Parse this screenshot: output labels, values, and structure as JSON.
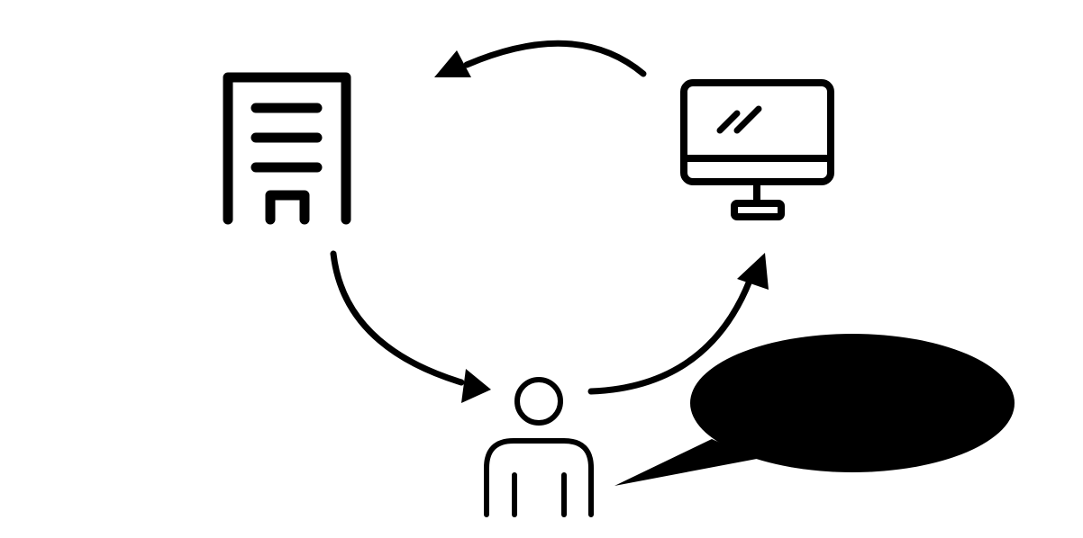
{
  "diagram": {
    "background": "#ffffff",
    "ink_color": "#000000",
    "nodes": [
      {
        "id": "building",
        "icon": "building-icon"
      },
      {
        "id": "computer",
        "icon": "monitor-icon"
      },
      {
        "id": "person",
        "icon": "person-icon"
      }
    ],
    "edges": [
      {
        "from": "computer",
        "to": "building",
        "arrow": "arrowhead"
      },
      {
        "from": "building",
        "to": "person",
        "arrow": "arrowhead"
      },
      {
        "from": "person",
        "to": "computer",
        "arrow": "arrowhead"
      }
    ],
    "speech_bubble": {
      "from": "person",
      "fill": "#000000"
    }
  }
}
